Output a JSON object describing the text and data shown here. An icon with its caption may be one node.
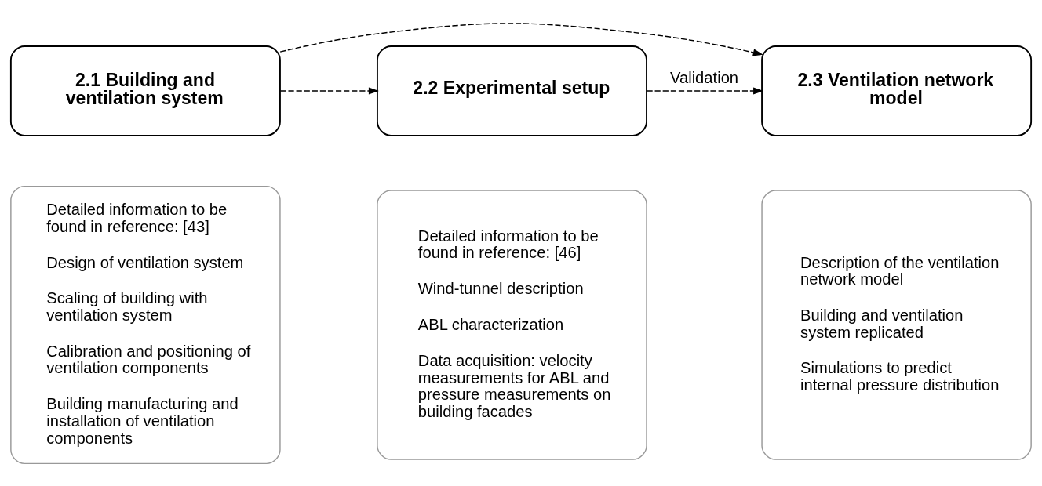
{
  "diagram": {
    "nodes": [
      {
        "text": [
          "2.1 Building and ventilation system"
        ]
      },
      {
        "text": [
          "2.2 Experimental setup"
        ]
      },
      {
        "text": [
          "2.3 Ventilation network model"
        ]
      },
      {
        "text": [
          "Detailed information to be found in reference: [43]",
          "Design of ventilation system",
          "Scaling of building with ventilation system",
          "Calibration and positioning of ventilation components",
          "Building manufacturing and installation of ventilation components"
        ]
      },
      {
        "text": [
          "Detailed information to be found in reference: [46]",
          "Wind-tunnel description",
          "ABL characterization",
          "Data acquisition: velocity measurements for ABL and pressure measurements on building facades"
        ]
      },
      {
        "text": [
          "Description of the ventilation network model",
          "Building and ventilation system replicated",
          "Simulations to predict internal pressure distribution"
        ]
      }
    ],
    "edges": [
      {
        "from": 0,
        "to": 2,
        "arrow": "to",
        "style": "dashed"
      },
      {
        "from": 0,
        "to": 1,
        "arrow": "to",
        "style": "dashed"
      },
      {
        "from": 1,
        "to": 2,
        "arrow": "to",
        "style": "dashed",
        "label": "Validation"
      }
    ]
  }
}
